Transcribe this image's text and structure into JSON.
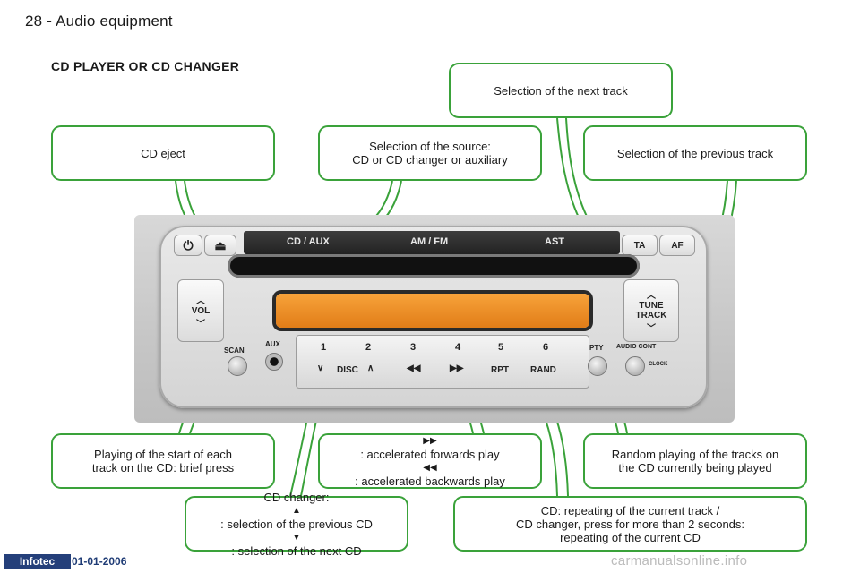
{
  "header": {
    "page_title": "28 - Audio equipment",
    "section_title": "CD PLAYER OR CD CHANGER"
  },
  "callouts": {
    "next_track": {
      "line1": "Selection of the next track"
    },
    "cd_eject": {
      "line1": "CD eject"
    },
    "source": {
      "line1": "Selection of the source:",
      "line2": "CD or CD changer or auxiliary"
    },
    "prev_track": {
      "line1": "Selection of the previous track"
    },
    "scan": {
      "line1": "Playing of the start of each",
      "line2": "track on the CD: brief press"
    },
    "fast": {
      "line1": ": accelerated forwards play",
      "line2": ": accelerated backwards play"
    },
    "random": {
      "line1": "Random playing of the tracks on",
      "line2": "the CD currently being played"
    },
    "changer": {
      "line1": "CD changer:",
      "line2": ": selection of the previous CD",
      "line3": ": selection of the next CD"
    },
    "repeat": {
      "line1": "CD: repeating of the current track /",
      "line2": "CD changer, press for more than 2 seconds:",
      "line3": "repeating of the current CD"
    }
  },
  "radio": {
    "eject_symbol": "⏏",
    "power_symbol": "⏻",
    "source_label": "CD / AUX",
    "band_label": "AM / FM",
    "ast_label": "AST",
    "ta_label": "TA",
    "af_label": "AF",
    "vol_label": "VOL",
    "tune_label": "TUNE",
    "track_label": "TRACK",
    "scan_label": "SCAN",
    "aux_label": "AUX",
    "disc_label": "DISC",
    "rpt_label": "RPT",
    "rand_label": "RAND",
    "pty_label": "PTY",
    "audio_label": "AUDIO CONT",
    "clock_label": "CLOCK",
    "presets": [
      "1",
      "2",
      "3",
      "4",
      "5",
      "6"
    ]
  },
  "footer": {
    "badge": "Infotec",
    "date": "01-01-2006",
    "watermark": "carmanualsonline.info"
  },
  "colors": {
    "callout_border": "#3aa23a",
    "display": "#f0922c",
    "badge": "#243f7a"
  }
}
